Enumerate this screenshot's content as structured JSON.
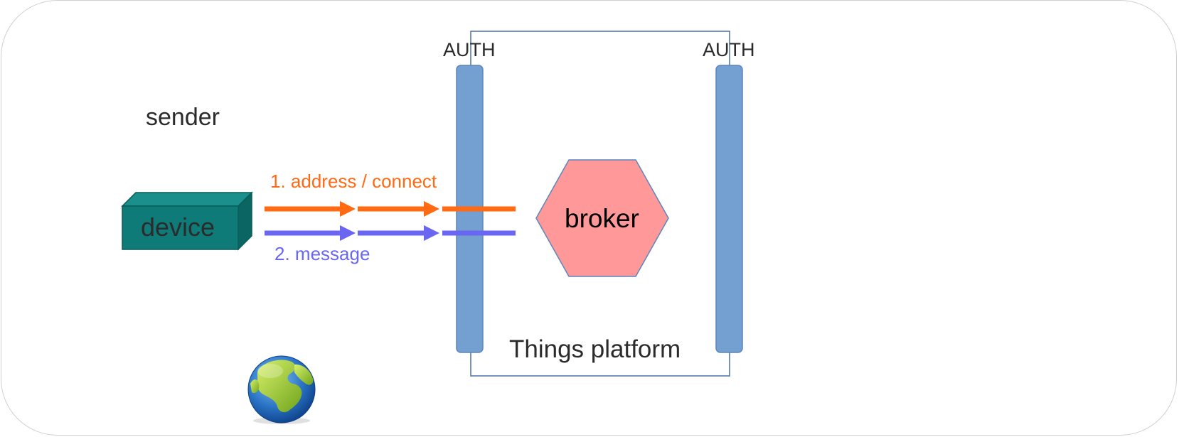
{
  "labels": {
    "sender": "sender",
    "auth_left": "AUTH",
    "auth_right": "AUTH",
    "step1": "1. address / connect",
    "step2": "2. message",
    "device": "device",
    "broker": "broker",
    "platform": "Things platform"
  },
  "colors": {
    "connect_flow": "#ff6a13",
    "message_flow": "#6a66f2",
    "device_fill": "#0f7b78",
    "broker_fill": "#ff9999",
    "auth_bar_fill": "#739fd1",
    "platform_border": "#4a6fa8"
  },
  "icons": {
    "globe": "globe-icon"
  }
}
